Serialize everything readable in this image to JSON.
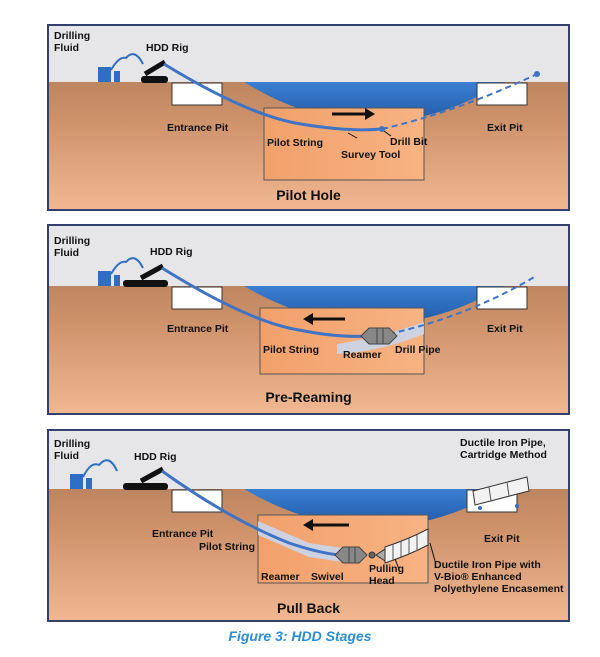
{
  "colors": {
    "panel_border": "#35406e",
    "sky": "#e6e6e8",
    "soil_top": "#a3734f",
    "soil_bottom": "#f0b791",
    "water": "#2f6fc3",
    "pipe": "#3f74c4",
    "caption": "#2b8fd6"
  },
  "panels": [
    {
      "labels": {
        "drilling_fluid": "Drilling\nFluid",
        "hdd_rig": "HDD Rig",
        "entrance_pit": "Entrance Pit",
        "exit_pit": "Exit Pit",
        "pilot_string": "Pilot String",
        "survey_tool": "Survey Tool",
        "drill_bit": "Drill Bit"
      },
      "title": "Pilot Hole"
    },
    {
      "labels": {
        "drilling_fluid": "Drilling\nFluid",
        "hdd_rig": "HDD Rig",
        "entrance_pit": "Entrance Pit",
        "exit_pit": "Exit Pit",
        "pilot_string": "Pilot String",
        "reamer": "Reamer",
        "drill_pipe": "Drill Pipe"
      },
      "title": "Pre-Reaming"
    },
    {
      "labels": {
        "drilling_fluid": "Drilling\nFluid",
        "hdd_rig": "HDD Rig",
        "entrance_pit": "Entrance Pit",
        "exit_pit": "Exit Pit",
        "pilot_string": "Pilot String",
        "reamer": "Reamer",
        "swivel": "Swivel",
        "pulling_head": "Pulling\nHead",
        "ductile_iron_cartridge": "Ductile Iron Pipe,\nCartridge Method",
        "ductile_iron_encasement": "Ductile Iron Pipe with\nV-Bio® Enhanced\nPolyethylene Encasement"
      },
      "title": "Pull Back"
    }
  ],
  "caption": "Figure 3: HDD Stages"
}
